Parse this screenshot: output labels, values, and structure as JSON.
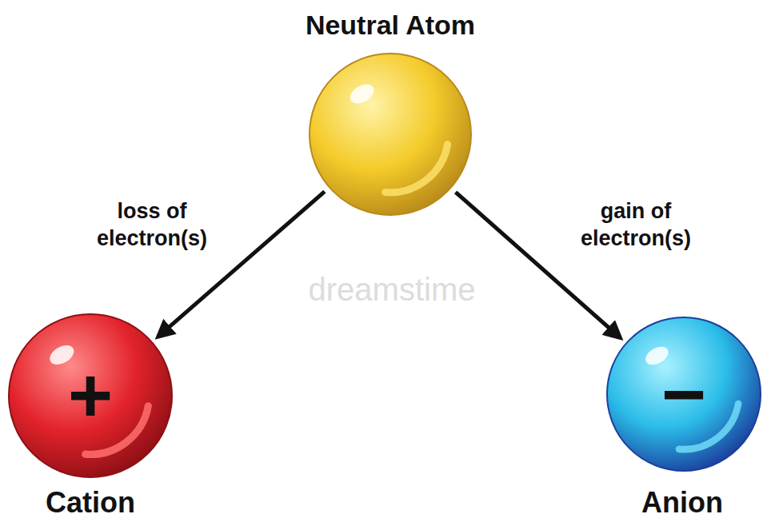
{
  "diagram": {
    "nodes": [
      {
        "text": [
          "Neutral Atom"
        ]
      },
      {
        "text": [
          "+",
          "Cation"
        ]
      },
      {
        "text": [
          "−",
          "Anion"
        ]
      }
    ],
    "edges": [
      {
        "from": 0,
        "to": 1,
        "label": "loss of electron(s)",
        "arrow": "to"
      },
      {
        "from": 0,
        "to": 2,
        "label": "gain of electron(s)",
        "arrow": "to"
      }
    ],
    "labels": [
      "dreamstime"
    ]
  }
}
